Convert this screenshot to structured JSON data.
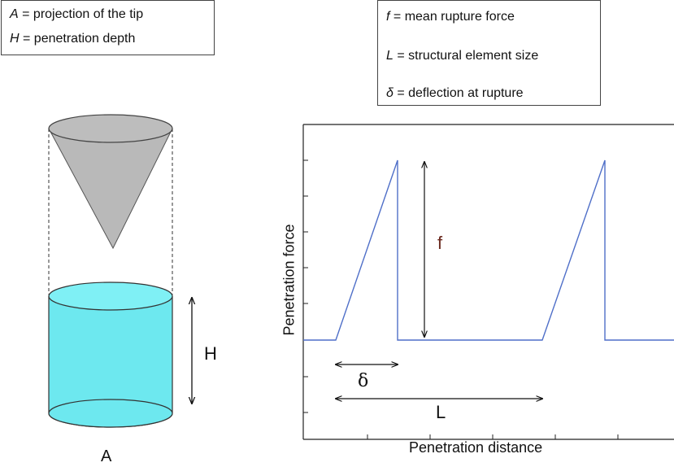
{
  "legend_left": {
    "rows": [
      {
        "symbol": "A",
        "text": "= projection of the tip"
      },
      {
        "symbol": "H",
        "text": "= penetration depth"
      }
    ]
  },
  "legend_right": {
    "rows": [
      {
        "symbol": "f",
        "text": "= mean rupture force"
      },
      {
        "symbol": "L",
        "text": "= structural element size"
      },
      {
        "symbol": "δ",
        "text": "= deflection at rupture"
      }
    ]
  },
  "cylinder": {
    "height_label": "H",
    "base_label": "A",
    "fill": "#6de8ef"
  },
  "cone": {
    "fill": "#b9b9b9"
  },
  "plot": {
    "ylabel": "Penetration force",
    "xlabel": "Penetration distance",
    "force_label": "f",
    "deflection_label": "δ",
    "size_label": "L",
    "line_color": "#4f6fc8"
  }
}
